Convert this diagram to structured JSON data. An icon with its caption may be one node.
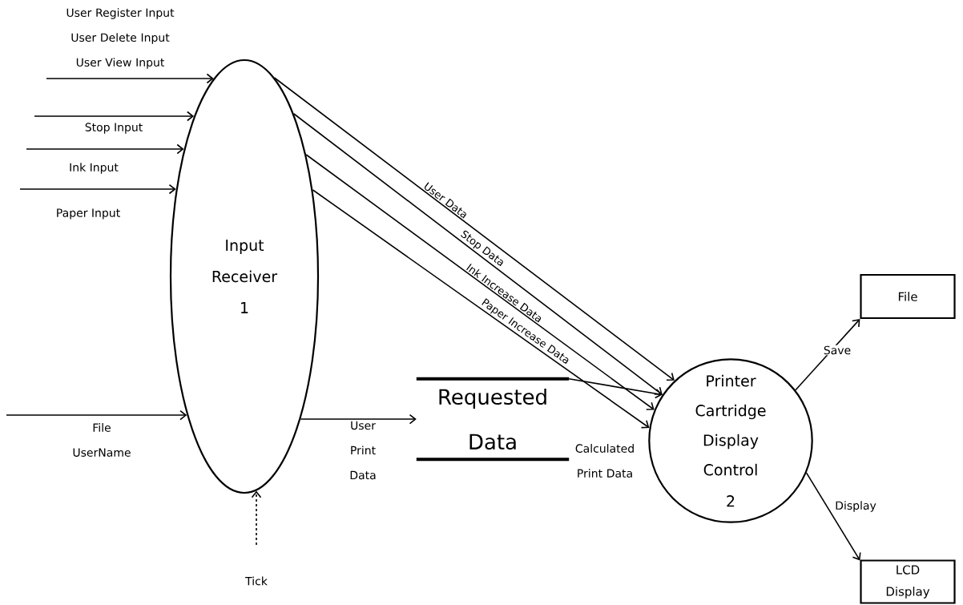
{
  "diagram": {
    "nodes": [
      {
        "text": [
          "Input Receiver",
          "1"
        ]
      },
      {
        "text": [
          "Requested Data"
        ]
      },
      {
        "text": [
          "Printer Cartridge Display Control",
          "2"
        ]
      },
      {
        "text": [
          "File"
        ]
      },
      {
        "text": [
          "LCD Display"
        ]
      }
    ],
    "edges": [
      {
        "from": null,
        "to": 0,
        "arrow": "to",
        "label": "User Register Input User Delete Input User View Input"
      },
      {
        "from": null,
        "to": 0,
        "arrow": "to",
        "label": "Stop Input"
      },
      {
        "from": null,
        "to": 0,
        "arrow": "to",
        "label": "Ink Input"
      },
      {
        "from": null,
        "to": 0,
        "arrow": "to",
        "label": "Paper Input"
      },
      {
        "from": null,
        "to": 0,
        "arrow": "to",
        "label": "File UserName"
      },
      {
        "from": 0,
        "to": 1,
        "arrow": "to",
        "label": "User Print Data"
      },
      {
        "from": 1,
        "to": 2,
        "arrow": "to",
        "label": "Calculated Print Data"
      },
      {
        "from": 0,
        "to": 2,
        "arrow": "to",
        "label": "User Data"
      },
      {
        "from": 0,
        "to": 2,
        "arrow": "to",
        "label": "Stop Data"
      },
      {
        "from": 0,
        "to": 2,
        "arrow": "to",
        "label": "Ink Increase Data"
      },
      {
        "from": 0,
        "to": 2,
        "arrow": "to",
        "label": "Paper Increase Data"
      },
      {
        "from": 2,
        "to": 3,
        "arrow": "to",
        "label": "Save"
      },
      {
        "from": 2,
        "to": 4,
        "arrow": "to",
        "label": "Display"
      },
      {
        "from": null,
        "to": 0,
        "arrow": "to",
        "label": "Tick",
        "style": "dashed"
      }
    ]
  }
}
